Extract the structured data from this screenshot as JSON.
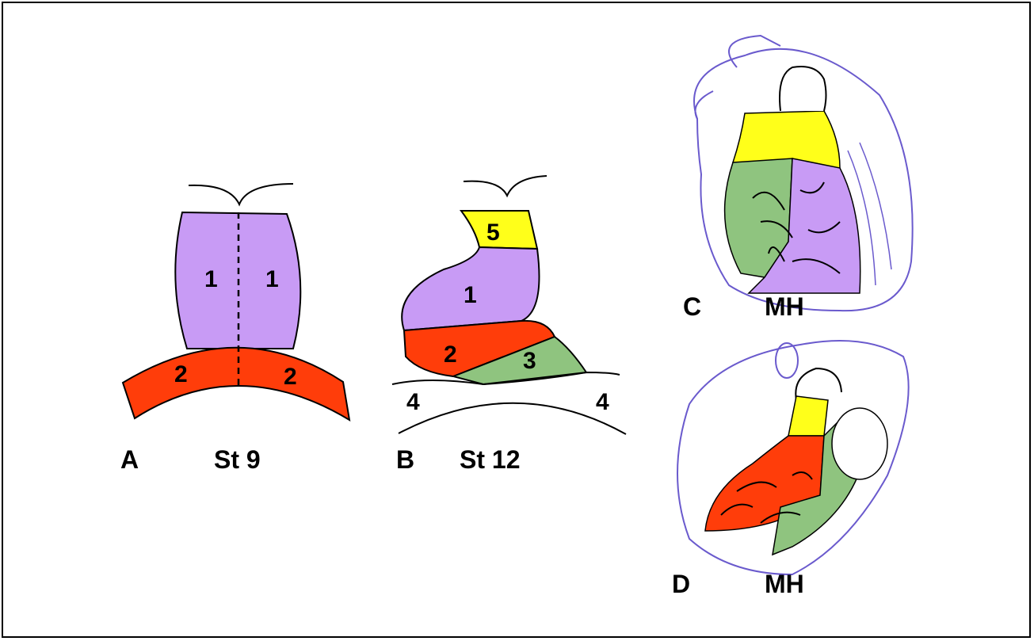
{
  "panels": {
    "a": {
      "letter": "A",
      "stage": "St 9",
      "segments": [
        "1",
        "1",
        "2",
        "2"
      ]
    },
    "b": {
      "letter": "B",
      "stage": "St 12",
      "segments": [
        "5",
        "1",
        "2",
        "3",
        "4",
        "4"
      ]
    },
    "c": {
      "letter": "C",
      "label": "MH"
    },
    "d": {
      "letter": "D",
      "label": "MH"
    }
  },
  "colors": {
    "purple": "#c89bf5",
    "red": "#ff3d0a",
    "green": "#8fc47f",
    "yellow": "#ffff1a",
    "outline": "#1a1a2e",
    "heart_outline": "#6a5acd"
  }
}
